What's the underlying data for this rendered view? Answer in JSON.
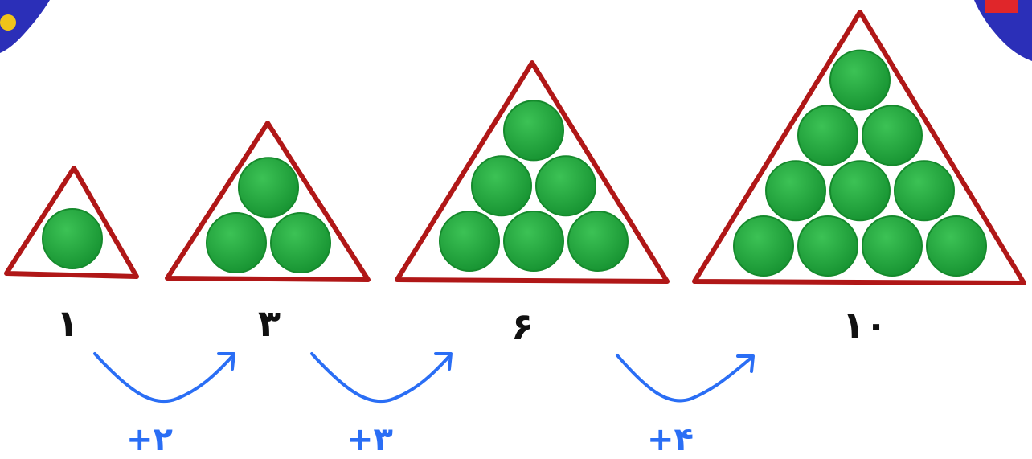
{
  "colors": {
    "triangle_stroke": "#b01717",
    "circle_fill": "#1fa33a",
    "circle_stroke": "#158a2c",
    "arrow": "#2a6ef5",
    "label": "#111111"
  },
  "figures": [
    {
      "count": 1,
      "rows": 1,
      "label": "۱"
    },
    {
      "count": 3,
      "rows": 2,
      "label": "۳"
    },
    {
      "count": 6,
      "rows": 3,
      "label": "۶"
    },
    {
      "count": 10,
      "rows": 4,
      "label": "۱۰"
    }
  ],
  "steps": [
    {
      "label": "+۲"
    },
    {
      "label": "+۳"
    },
    {
      "label": "+۴"
    }
  ]
}
